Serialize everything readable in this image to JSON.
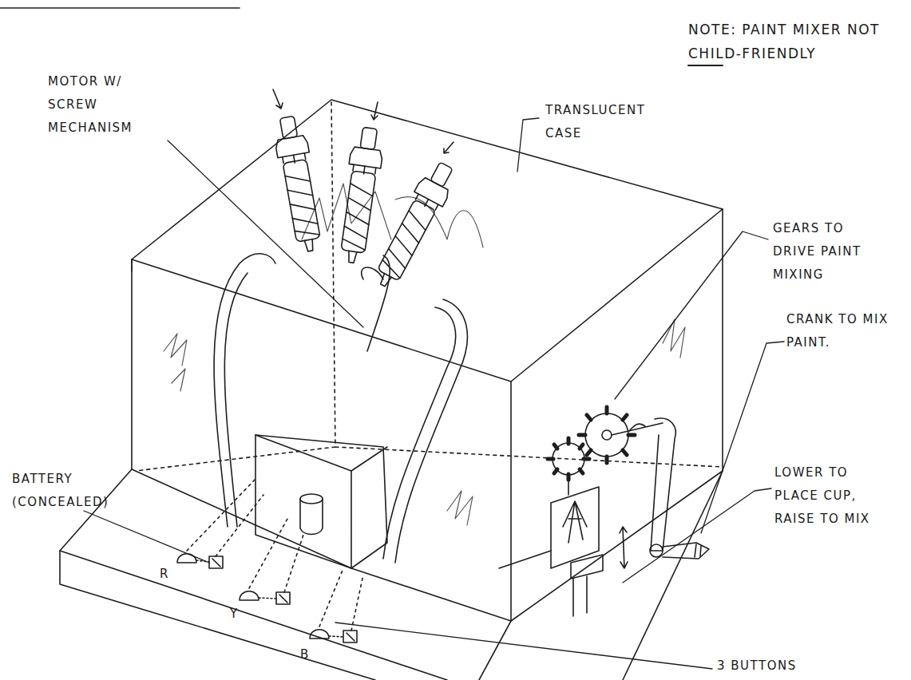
{
  "diagram": {
    "labels": [
      "NOTE: PAINT MIXER NOT CHILD-FRIENDLY",
      "MOTOR W/ SCREW MECHANISM",
      "TRANSLUCENT CASE",
      "GEARS TO DRIVE PAINT MIXING",
      "CRANK TO MIX PAINT.",
      "LOWER TO PLACE CUP, RAISE TO MIX",
      "BATTERY (CONCEALED)",
      "R",
      "Y",
      "B",
      "3 BUTTONS"
    ]
  }
}
